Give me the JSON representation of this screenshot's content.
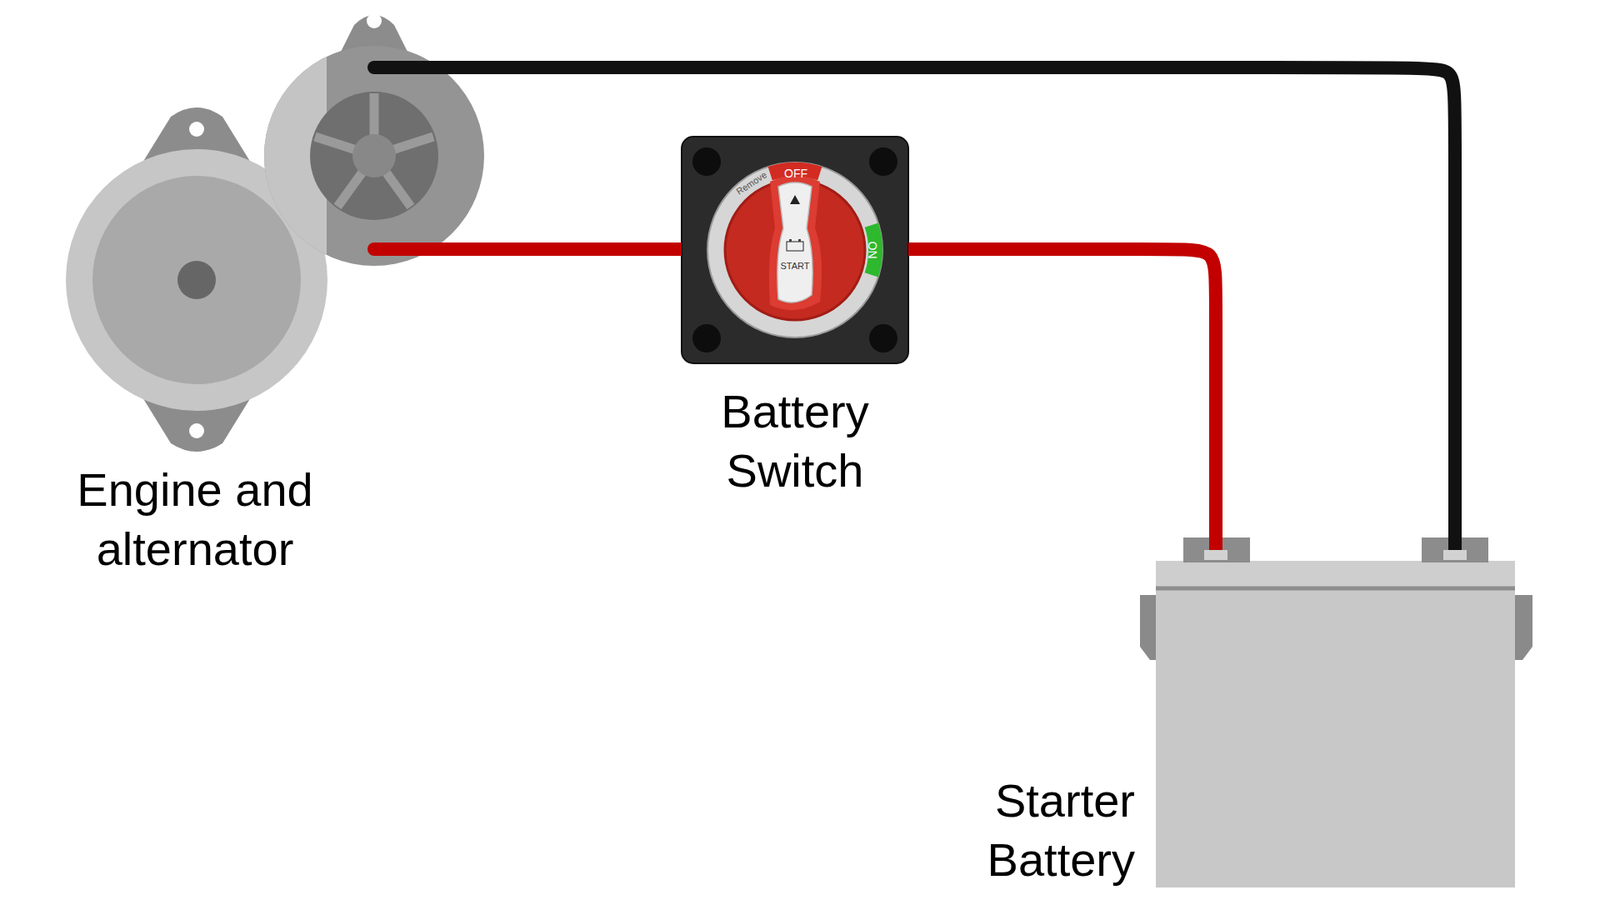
{
  "diagram": {
    "nodes": [
      {
        "text": [
          "Engine and alternator"
        ]
      },
      {
        "text": [
          "Battery Switch"
        ]
      },
      {
        "text": [
          "Starter Battery"
        ]
      }
    ],
    "edges": [
      {
        "from": 0,
        "to": 1,
        "arrow": "none"
      },
      {
        "from": 1,
        "to": 2,
        "arrow": "none"
      },
      {
        "from": 0,
        "to": 2,
        "arrow": "none"
      }
    ],
    "labels": [
      "OFF",
      "Remove",
      "ON",
      "START"
    ]
  }
}
